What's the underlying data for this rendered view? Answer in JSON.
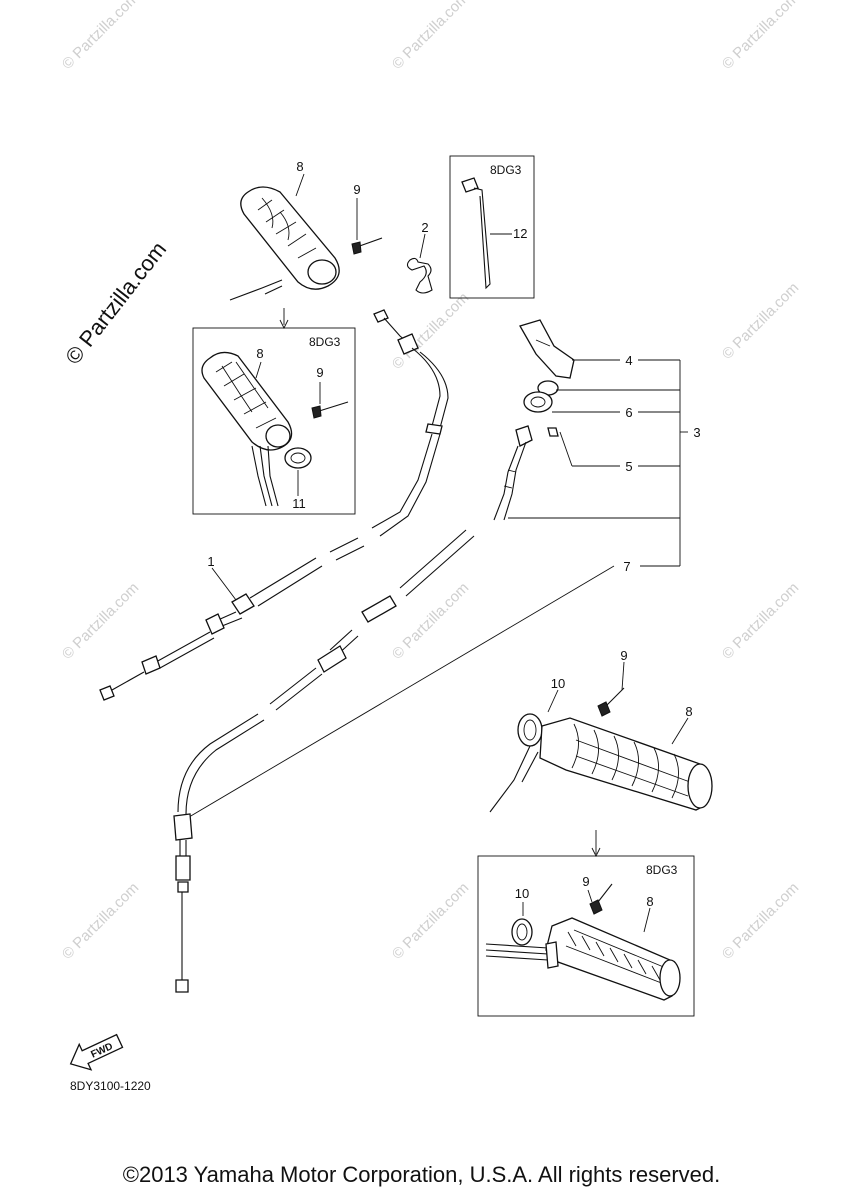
{
  "watermarks": {
    "main": "© Partzilla.com",
    "small": "© Partzilla.com"
  },
  "callouts": {
    "c1": "1",
    "c2": "2",
    "c3": "3",
    "c4": "4",
    "c5": "5",
    "c6": "6",
    "c7": "7",
    "c8_top": "8",
    "c9_top": "9",
    "c8_box1": "8",
    "c9_box1": "9",
    "c11": "11",
    "c12": "12",
    "c9_right": "9",
    "c10_right": "10",
    "c8_right": "8",
    "c10_box3": "10",
    "c9_box3": "9",
    "c8_box3": "8"
  },
  "boxes": {
    "box1_label": "8DG3",
    "box2_label": "8DG3",
    "box3_label": "8DG3"
  },
  "fwd_label": "FWD",
  "diagram_code": "8DY3100-1220",
  "copyright": "©2013 Yamaha Motor Corporation, U.S.A. All rights reserved."
}
